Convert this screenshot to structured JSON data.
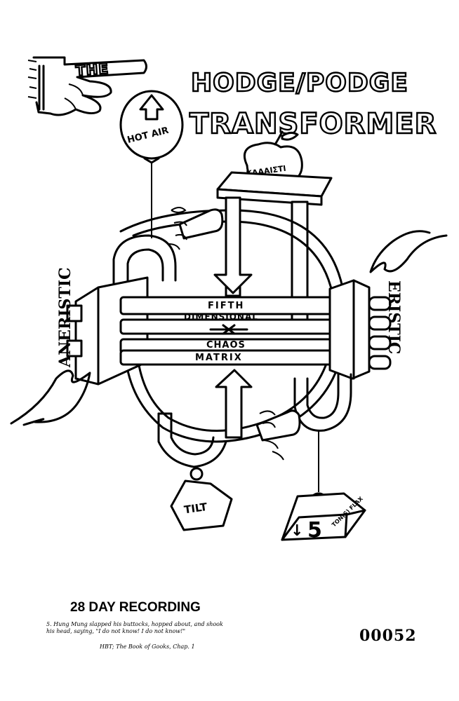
{
  "illustration": {
    "title_small": "THE",
    "title_line1": "HODGE/PODGE",
    "title_line2": "TRANSFORMER",
    "balloon_label": "HOT AIR",
    "apple_label": "KAAAIΣTI",
    "left_label": "ANERISTIC",
    "right_label": "ERISTIC",
    "matrix_line1": "FIFTH",
    "matrix_line2": "DIMENSIONAL",
    "matrix_line3": "CHAOS",
    "matrix_line4": "MATRIX",
    "tilt_tag": "TILT",
    "weight_number": "5",
    "weight_arrow": "↓",
    "weight_brand": "TON(S) FLAX"
  },
  "footer": {
    "heading": "28 DAY RECORDING",
    "quote": "5. Hung Mung slapped his buttocks, hopped about, and shook his head, saying, \"I do not know! I do not know!\"",
    "source": "HBT; The Book of Gooks, Chap. 1",
    "serial": "00052"
  }
}
